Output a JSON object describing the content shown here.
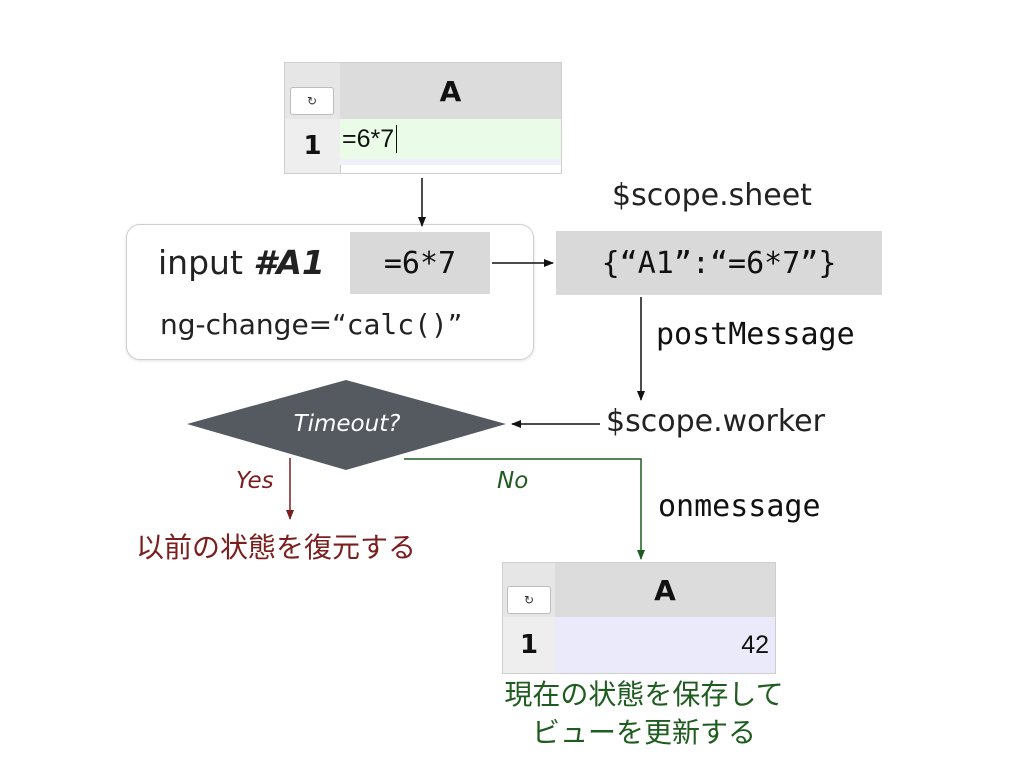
{
  "top_sheet": {
    "refresh_icon": "↻",
    "col_header": "A",
    "row_header": "1",
    "cell_value": "=6*7"
  },
  "input_box": {
    "label_prefix": "input ",
    "label_id": "#A1",
    "field_value": "=6*7",
    "attr_prefix": "ng-change=“",
    "attr_code": "calc()",
    "attr_suffix": "”"
  },
  "scope_sheet": {
    "label": "$scope.sheet",
    "value": "{“A1”:“=6*7”}"
  },
  "edges": {
    "post_message": "postMessage",
    "on_message": "onmessage",
    "yes": "Yes",
    "no": "No"
  },
  "worker": {
    "label": "$scope.worker"
  },
  "decision": {
    "label": "Timeout?"
  },
  "restore_text": "以前の状態を復元する",
  "bottom_sheet": {
    "refresh_icon": "↻",
    "col_header": "A",
    "row_header": "1",
    "cell_value": "42"
  },
  "save_text": {
    "line1": "現在の状態を保存して",
    "line2": "ビューを更新する"
  },
  "colors": {
    "dark_red": "#7a1e1e",
    "dark_green": "#1f5c1f",
    "diamond": "#545a60",
    "gray_box": "#d9d9d9"
  }
}
